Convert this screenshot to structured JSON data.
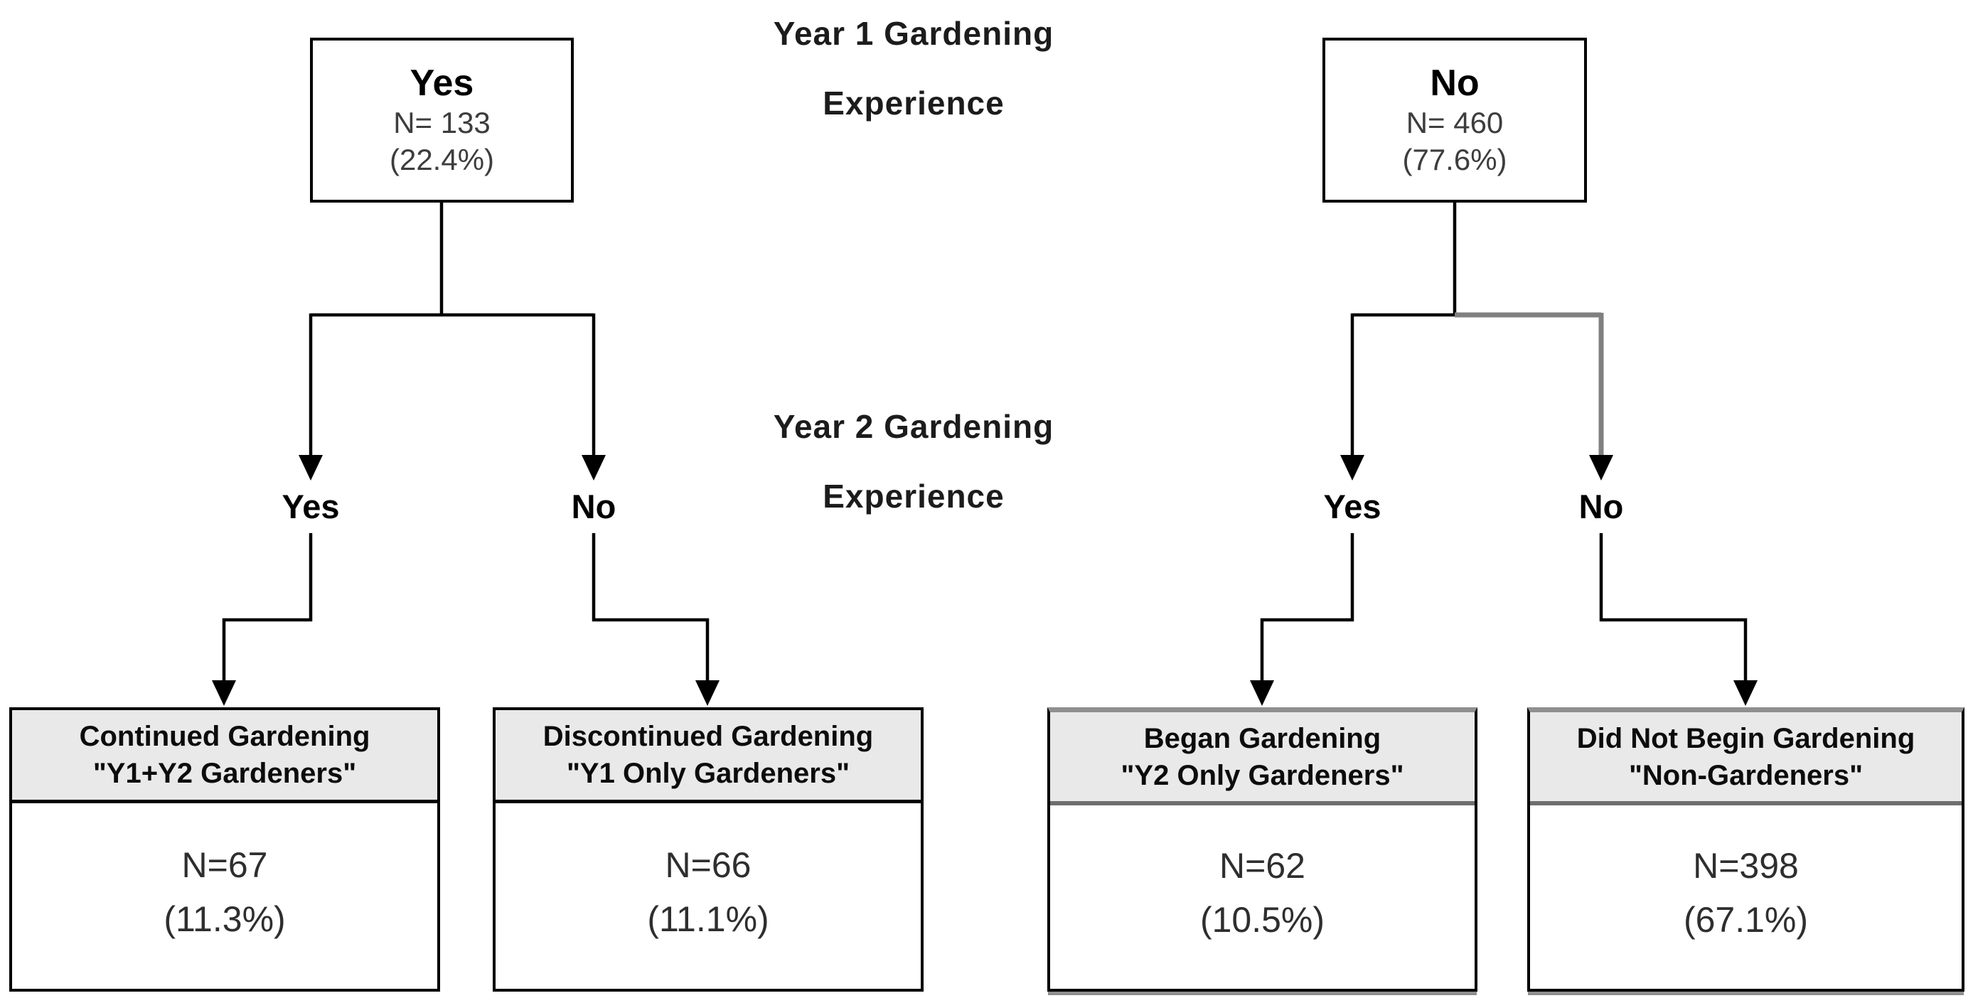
{
  "colors": {
    "line": "#000000",
    "line-secondary": "#808080",
    "box-border": "#000000",
    "header-fill": "#e9e9e9",
    "shadow": "#8f8f8f",
    "divider-dark": "#6e6e6e",
    "text-primary": "#000000",
    "text-secondary": "#3d3d3d"
  },
  "stage_labels": {
    "year1": {
      "line1": "Year 1 Gardening",
      "line2": "Experience"
    },
    "year2": {
      "line1": "Year 2 Gardening",
      "line2": "Experience"
    }
  },
  "top_nodes": [
    {
      "answer": "Yes",
      "n": "N= 133",
      "pct": "(22.4%)"
    },
    {
      "answer": "No",
      "n": "N= 460",
      "pct": "(77.6%)"
    }
  ],
  "branch_labels": [
    "Yes",
    "No",
    "Yes",
    "No"
  ],
  "outcomes": [
    {
      "title_line1": "Continued Gardening",
      "title_line2": "\"Y1+Y2 Gardeners\"",
      "n": "N=67",
      "pct": "(11.3%)"
    },
    {
      "title_line1": "Discontinued Gardening",
      "title_line2": "\"Y1 Only Gardeners\"",
      "n": "N=66",
      "pct": "(11.1%)"
    },
    {
      "title_line1": "Began Gardening",
      "title_line2": "\"Y2 Only Gardeners\"",
      "n": "N=62",
      "pct": "(10.5%)"
    },
    {
      "title_line1": "Did Not Begin Gardening",
      "title_line2": "\"Non-Gardeners\"",
      "n": "N=398",
      "pct": "(67.1%)"
    }
  ]
}
